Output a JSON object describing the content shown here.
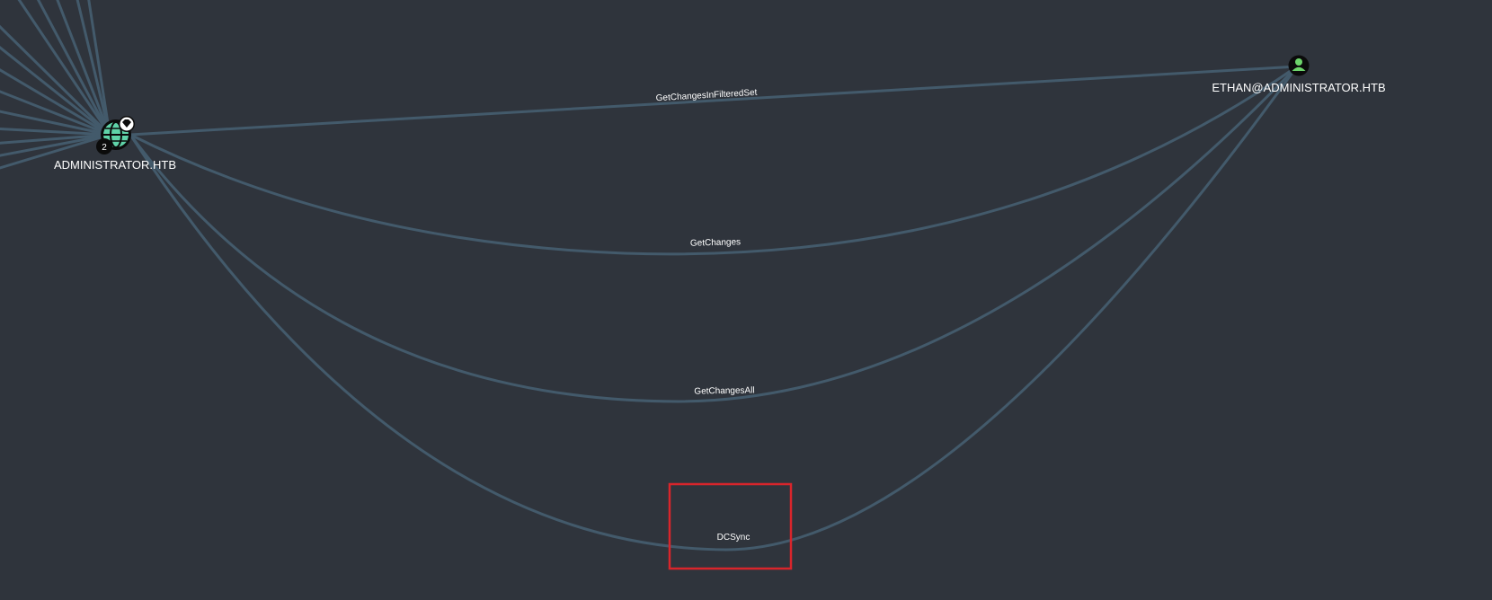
{
  "graph": {
    "nodes": {
      "domain": {
        "label": "ADMINISTRATOR.HTB",
        "icon": "globe-icon",
        "tier_icon": "diamond-icon",
        "count_badge": "2",
        "icon_color": "#5fd3a8"
      },
      "user": {
        "label": "ETHAN@ADMINISTRATOR.HTB",
        "icon": "user-icon",
        "icon_color": "#6dd46b"
      }
    },
    "edges": {
      "getchangesinfilteredset": "GetChangesInFilteredSet",
      "getchanges": "GetChanges",
      "getchangesall": "GetChangesAll",
      "dcsync": "DCSync"
    },
    "highlight_color": "#d9252b",
    "edge_color": "#435a6b",
    "background_color": "#2f343c"
  }
}
